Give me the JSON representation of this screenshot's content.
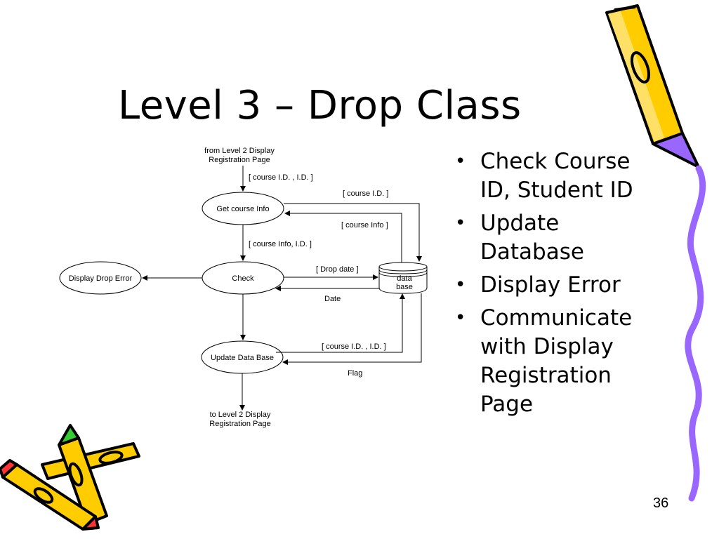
{
  "slide": {
    "title": "Level 3 – Drop Class",
    "page_number": "36",
    "bullets": [
      "Check Course ID, Student ID",
      "Update Database",
      "Display Error",
      "Communicate with Display Registration Page"
    ]
  },
  "diagram": {
    "source_label": [
      "from Level 2 Display",
      "Registration Page"
    ],
    "sink_label": [
      "to Level 2 Display",
      "Registration Page"
    ],
    "nodes": {
      "get_course_info": "Get course Info",
      "check": "Check",
      "display_drop_error": "Display Drop Error",
      "update_data_base": "Update Data Base",
      "database": [
        "data",
        "base"
      ]
    },
    "flows": {
      "course_id_id_in": "[ course I.D. , I.D. ]",
      "course_id": "[ course I.D. ]",
      "course_info": "[ course Info ]",
      "course_info_id": "[ course Info, I.D. ]",
      "drop_date": "[ Drop date ]",
      "date": "Date",
      "course_id_id_update": "[ course I.D. , I.D. ]",
      "flag": "Flag"
    }
  },
  "colors": {
    "pencil_body": "#ffcc00",
    "pencil_purple": "#9966ff",
    "pencil_red": "#ff3333",
    "pencil_green": "#33cc33",
    "outline": "#000000"
  },
  "icons": {
    "top_right": "purple-pencil-icon",
    "bottom_left": "crossed-pencils-icon"
  }
}
